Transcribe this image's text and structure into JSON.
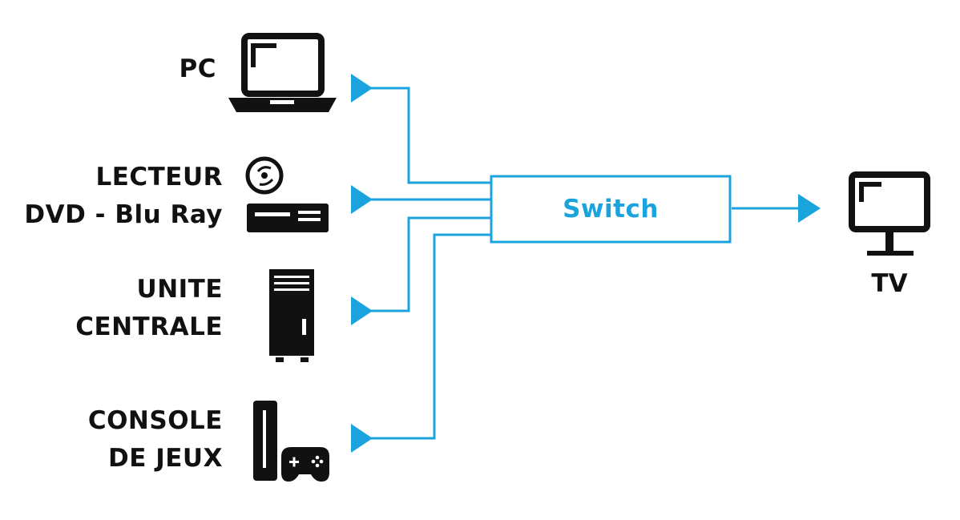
{
  "colors": {
    "line": "#1aa3dc",
    "icon": "#111111",
    "text": "#111111"
  },
  "sources": [
    {
      "id": "pc",
      "lines": [
        "PC"
      ],
      "icon": "laptop-icon"
    },
    {
      "id": "dvd",
      "lines": [
        "LECTEUR",
        "DVD - Blu Ray"
      ],
      "icon": "dvd-player-icon"
    },
    {
      "id": "tower",
      "lines": [
        "UNITE",
        "CENTRALE"
      ],
      "icon": "desktop-tower-icon"
    },
    {
      "id": "console",
      "lines": [
        "CONSOLE",
        "DE JEUX"
      ],
      "icon": "game-console-icon"
    }
  ],
  "switch": {
    "label": "Switch"
  },
  "output": {
    "label": "TV",
    "icon": "tv-icon"
  }
}
